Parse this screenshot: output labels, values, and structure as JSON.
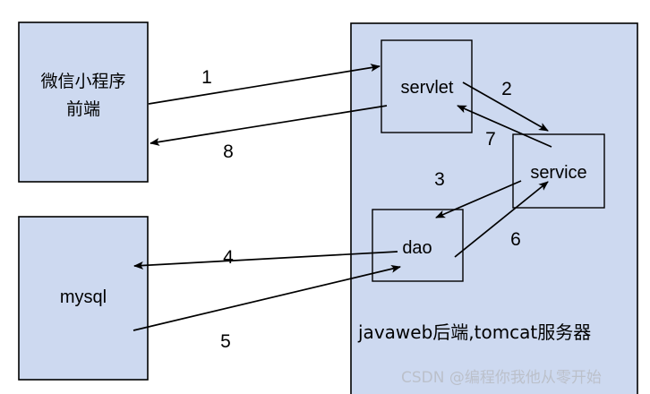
{
  "diagram": {
    "title": "javaweb-wechat-miniprogram-architecture",
    "colors": {
      "box_fill": "#cdd9f0",
      "stroke": "#000000",
      "background": "#ffffff",
      "watermark": "#b9bcc4"
    },
    "nodes": {
      "client": {
        "label_line1": "微信小程序",
        "label_line2": "前端"
      },
      "database": {
        "label": "mysql"
      },
      "server_container": {
        "caption": "javaweb后端,tomcat服务器"
      },
      "servlet": {
        "label": "servlet"
      },
      "service": {
        "label": "service"
      },
      "dao": {
        "label": "dao"
      }
    },
    "flows": [
      {
        "id": "1",
        "label": "1",
        "from": "client",
        "to": "servlet"
      },
      {
        "id": "2",
        "label": "2",
        "from": "servlet",
        "to": "service"
      },
      {
        "id": "3",
        "label": "3",
        "from": "service",
        "to": "dao"
      },
      {
        "id": "4",
        "label": "4",
        "from": "dao",
        "to": "database"
      },
      {
        "id": "5",
        "label": "5",
        "from": "database",
        "to": "dao"
      },
      {
        "id": "6",
        "label": "6",
        "from": "dao",
        "to": "service"
      },
      {
        "id": "7",
        "label": "7",
        "from": "service",
        "to": "servlet"
      },
      {
        "id": "8",
        "label": "8",
        "from": "servlet",
        "to": "client"
      }
    ],
    "watermark": "CSDN @编程你我他从零开始"
  }
}
